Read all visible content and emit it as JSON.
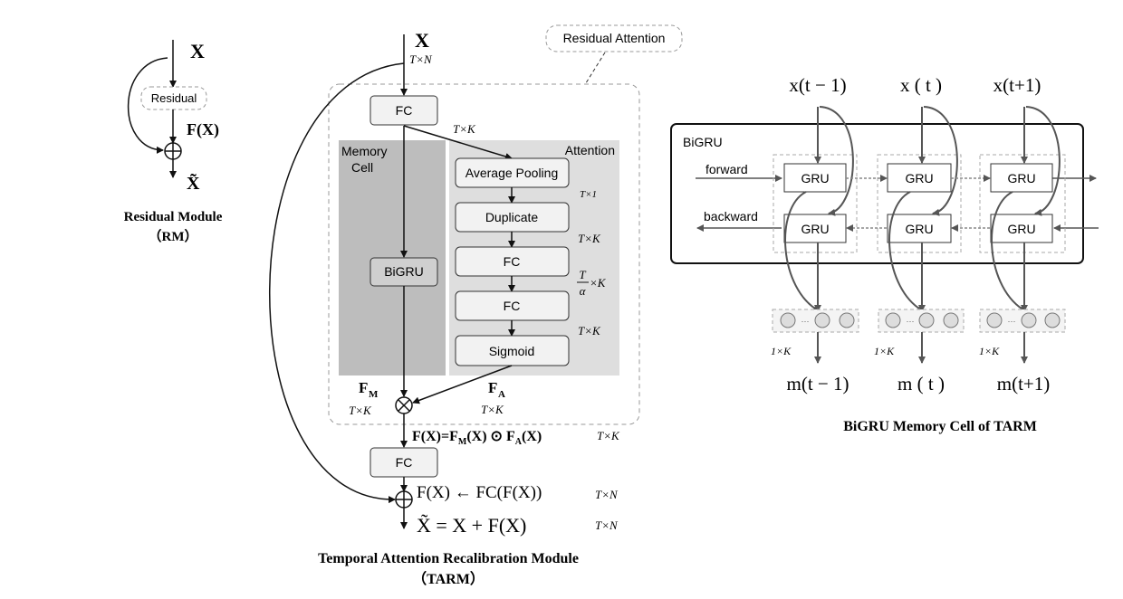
{
  "rm": {
    "input": "X",
    "residual": "Residual",
    "fx": "F(X)",
    "output": "X̃",
    "caption_line1": "Residual Module",
    "caption_line2": "（RM）"
  },
  "tarm": {
    "input": "X",
    "input_dim": "T×N",
    "residual_attention": "Residual Attention",
    "fc_top": "FC",
    "fc_top_dim": "T×K",
    "memory_label_1": "Memory",
    "memory_label_2": "Cell",
    "attention_label": "Attention",
    "avg_pooling": "Average Pooling",
    "avg_dim": "T×1",
    "duplicate": "Duplicate",
    "dup_dim": "T×K",
    "fc_att1": "FC",
    "fc_att1_dim_num": "T",
    "fc_att1_dim_den": "α",
    "fc_att1_dim_tail": "×K",
    "fc_att2": "FC",
    "fc_att2_dim": "T×K",
    "sigmoid": "Sigmoid",
    "bigru": "BiGRU",
    "fm": "F",
    "fm_sub": "M",
    "fm_dim": "T×K",
    "fa": "F",
    "fa_sub": "A",
    "fa_dim": "T×K",
    "eq1": "F(X)=F",
    "eq1_sub1": "M",
    "eq1_mid": "(X) ⊙ F",
    "eq1_sub2": "A",
    "eq1_end": "(X)",
    "eq1_dim": "T×K",
    "fc_bottom": "FC",
    "eq2": "F(X)  ←  FC(F(X))",
    "eq2_dim": "T×N",
    "eq3": "X̃ = X + F(X)",
    "eq3_dim": "T×N",
    "caption_line1": "Temporal Attention Recalibration Module",
    "caption_line2": "（TARM）"
  },
  "bigru": {
    "box_label": "BiGRU",
    "forward": "forward",
    "backward": "backward",
    "gru": "GRU",
    "inputs": [
      "x(t − 1)",
      "x ( t )",
      "x(t+1)"
    ],
    "outputs": [
      "m(t − 1)",
      "m ( t )",
      "m(t+1)"
    ],
    "out_dim": "1×K",
    "caption": "BiGRU Memory Cell of TARM"
  }
}
